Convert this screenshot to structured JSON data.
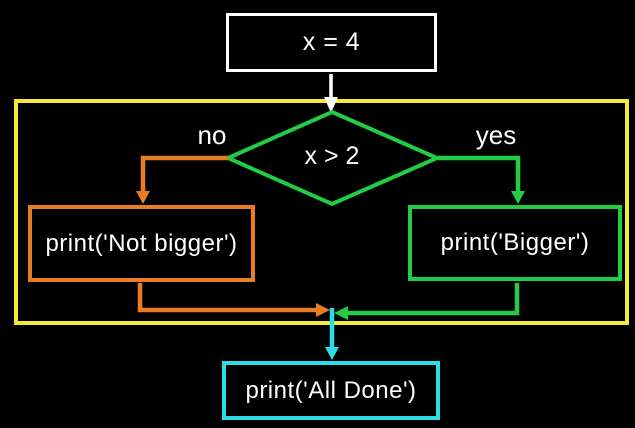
{
  "colors": {
    "white": "#ffffff",
    "green": "#22cc44",
    "orange": "#e87d23",
    "cyan": "#2cdce6",
    "yellow": "#f8e83a",
    "background": "#000000"
  },
  "flowchart": {
    "start": {
      "label": "x = 4"
    },
    "decision": {
      "label": "x > 2"
    },
    "branch_no": {
      "label": "no",
      "box_label": "print('Not bigger')"
    },
    "branch_yes": {
      "label": "yes",
      "box_label": "print('Bigger')"
    },
    "end": {
      "box_label": "print('All Done')"
    }
  }
}
